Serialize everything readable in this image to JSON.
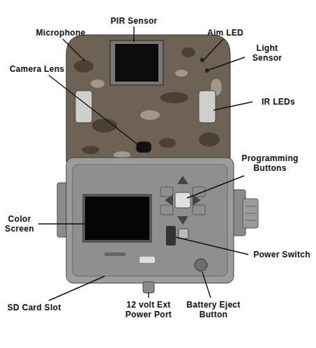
{
  "diagram": {
    "labels": [
      "PIR Sensor",
      "Microphone",
      "Aim LED",
      "Light Sensor",
      "Camera Lens",
      "IR LEDs",
      "Programming Buttons",
      "Color Screen",
      "Power Switch",
      "SD Card Slot",
      "12 volt Ext Power Port",
      "Battery Eject Button"
    ]
  }
}
